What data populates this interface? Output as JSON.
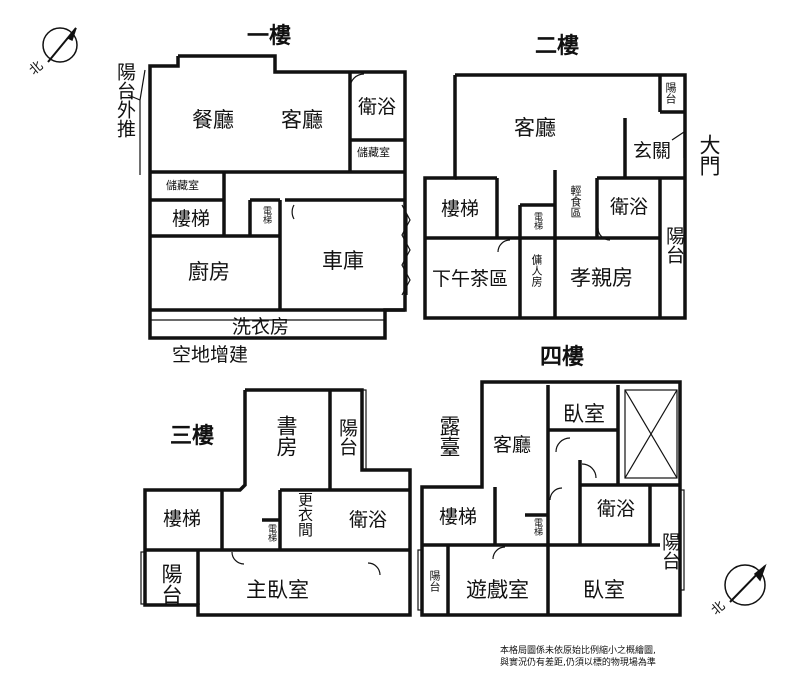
{
  "floors": {
    "f1": {
      "title": "一樓",
      "rooms": {
        "dining": "餐廳",
        "living": "客廳",
        "bath": "衛浴",
        "storage_right": "儲藏室",
        "storage_left": "儲藏室",
        "stairs": "樓梯",
        "elevator": "電梯",
        "kitchen": "廚房",
        "garage": "車庫",
        "laundry": "洗衣房"
      },
      "annotations": {
        "balcony_push": "陽台外推",
        "yard_extension": "空地增建"
      }
    },
    "f2": {
      "title": "二樓",
      "rooms": {
        "living": "客廳",
        "balcony_top": "陽台",
        "foyer": "玄關",
        "entrance": "大門",
        "stairs": "樓梯",
        "elevator": "電梯",
        "light_meal": "輕食區",
        "bath": "衛浴",
        "balcony_right": "陽台",
        "tea": "下午茶區",
        "servant": "傭人房",
        "parents": "孝親房"
      }
    },
    "f3": {
      "title": "三樓",
      "rooms": {
        "study": "書房",
        "balcony_top": "陽台",
        "stairs": "樓梯",
        "elevator": "電梯",
        "dressing": "更衣間",
        "bath": "衛浴",
        "balcony_left": "陽台",
        "master": "主臥室"
      }
    },
    "f4": {
      "title": "四樓",
      "rooms": {
        "terrace": "露臺",
        "living": "客廳",
        "bedroom_top": "臥室",
        "stairs": "樓梯",
        "elevator": "電梯",
        "bath": "衛浴",
        "balcony_right": "陽台",
        "balcony_left": "陽台",
        "game": "遊戲室",
        "bedroom_bottom": "臥室"
      }
    }
  },
  "compass": {
    "north_label": "北"
  },
  "disclaimer": {
    "line1": "本格局圖係未依原始比例縮小之概繪圖,",
    "line2": "與實況仍有差距,仍須以標的物現場為準"
  }
}
